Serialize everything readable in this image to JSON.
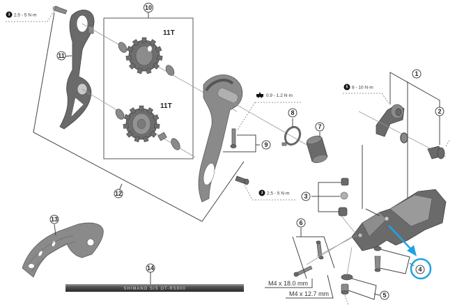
{
  "title": "Rear Derailleur Exploded View",
  "callouts": [
    {
      "id": "1",
      "label": "1"
    },
    {
      "id": "2",
      "label": "2"
    },
    {
      "id": "3",
      "label": "3"
    },
    {
      "id": "4",
      "label": "4",
      "highlighted": true
    },
    {
      "id": "5",
      "label": "5"
    },
    {
      "id": "6",
      "label": "6"
    },
    {
      "id": "7",
      "label": "7"
    },
    {
      "id": "8",
      "label": "8"
    },
    {
      "id": "9",
      "label": "9"
    },
    {
      "id": "10",
      "label": "10"
    },
    {
      "id": "11",
      "label": "11"
    },
    {
      "id": "12",
      "label": "12"
    },
    {
      "id": "13",
      "label": "13"
    },
    {
      "id": "14",
      "label": "14"
    }
  ],
  "torque_specs": [
    {
      "tool_icon": "hex-3-icon",
      "tool_label": "3",
      "value": "2.5 - 5 N·m"
    },
    {
      "tool_icon": "torx-icon",
      "tool_label": "T",
      "value": "0.9 - 1.2 N·m"
    },
    {
      "tool_icon": "hex-5-icon",
      "tool_label": "5",
      "value": "8 - 10 N·m"
    },
    {
      "tool_icon": "hex-3-icon",
      "tool_label": "3",
      "value": "2.5 - 5 N·m"
    }
  ],
  "pulleys": {
    "upper_teeth": "11T",
    "lower_teeth": "11T"
  },
  "bolt_sizes": {
    "long": "M4 x 18.0 mm",
    "short": "M4 x 12.7 mm"
  },
  "cable_print": "SHIMANO SIS  OT-RS900",
  "highlight_color": "#1fa3e0"
}
